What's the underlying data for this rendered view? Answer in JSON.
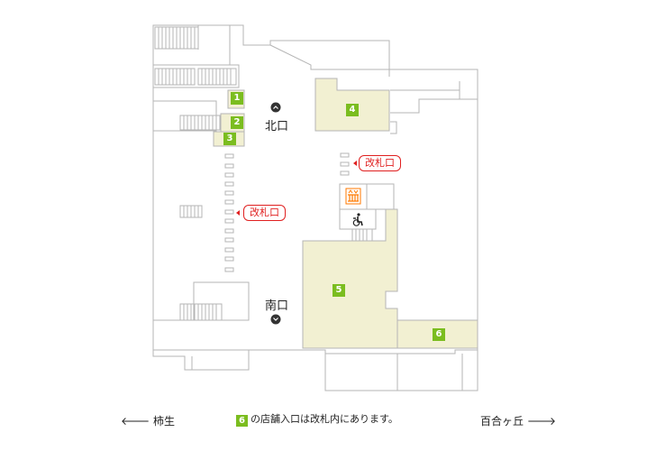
{
  "exits": {
    "north": "北口",
    "south": "南口"
  },
  "ticket_gate": "改札口",
  "shops": [
    "1",
    "2",
    "3",
    "4",
    "5",
    "6"
  ],
  "footer": {
    "shop_number": "6",
    "note": "の店舗入口は改札内にあります。"
  },
  "directions": {
    "left": "柿生",
    "right": "百合ヶ丘"
  },
  "icons": {
    "exit_marker": "circle-chevron-icon",
    "escalator": "escalator-icon",
    "accessible_elevator": "wheelchair-icon",
    "arrow_left": "arrow-left-icon",
    "arrow_right": "arrow-right-icon"
  },
  "colors": {
    "shop_area": "#f2f0d2",
    "shop_number_bg": "#7bbd1f",
    "ticket_gate": "#e02020",
    "escalator_icon": "#ff7a00",
    "walls": "#b5b5b5"
  }
}
